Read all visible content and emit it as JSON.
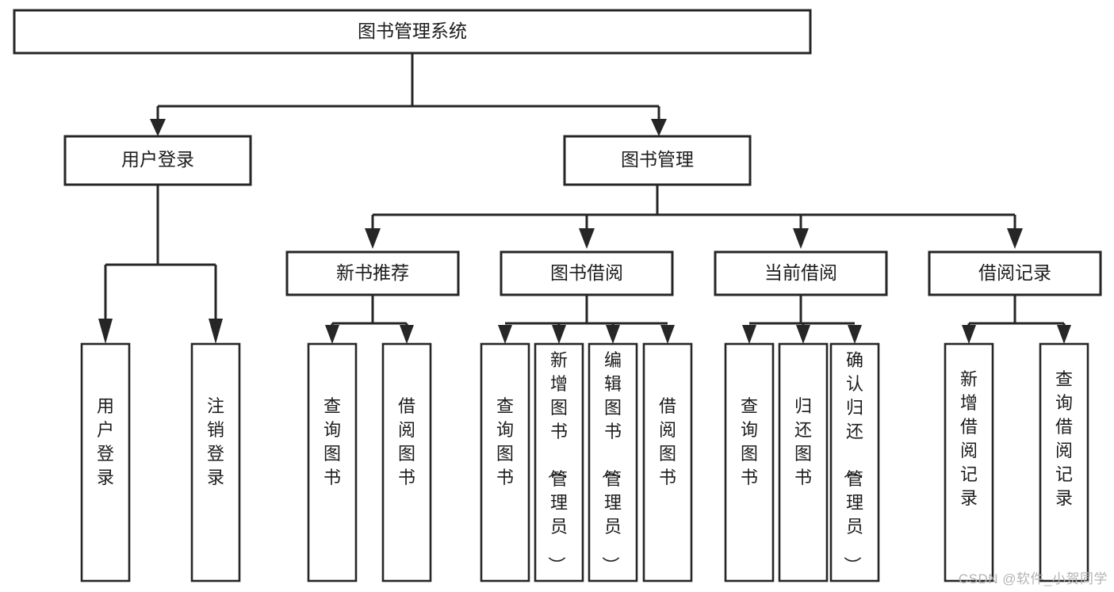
{
  "diagram": {
    "type": "tree",
    "title": "图书管理系统",
    "watermark": "CSDN @软件_小贺同学",
    "orientation": "top-down",
    "levels": 4,
    "nodes": {
      "root": {
        "label": "图书管理系统",
        "level": 0
      },
      "user_login": {
        "label": "用户登录",
        "level": 1
      },
      "book_mgmt": {
        "label": "图书管理",
        "level": 1
      },
      "new_book_rec": {
        "label": "新书推荐",
        "level": 2
      },
      "book_borrow": {
        "label": "图书借阅",
        "level": 2
      },
      "current_borrow": {
        "label": "当前借阅",
        "level": 2
      },
      "borrow_record": {
        "label": "借阅记录",
        "level": 2
      },
      "leaf_user_login": {
        "label": "用户登录",
        "level": 3
      },
      "leaf_logout": {
        "label": "注销登录",
        "level": 3
      },
      "leaf_query_book_1": {
        "label": "查询图书",
        "level": 3
      },
      "leaf_borrow_book_1": {
        "label": "借阅图书",
        "level": 3
      },
      "leaf_query_book_2": {
        "label": "查询图书",
        "level": 3
      },
      "leaf_add_book": {
        "label": "新增图书（管理员）",
        "level": 3
      },
      "leaf_edit_book": {
        "label": "编辑图书（管理员）",
        "level": 3
      },
      "leaf_borrow_book_2": {
        "label": "借阅图书",
        "level": 3
      },
      "leaf_query_book_3": {
        "label": "查询图书",
        "level": 3
      },
      "leaf_return_book": {
        "label": "归还图书",
        "level": 3
      },
      "leaf_confirm_return": {
        "label": "确认归还（管理员）",
        "level": 3
      },
      "leaf_add_record": {
        "label": "新增借阅记录",
        "level": 3
      },
      "leaf_query_record": {
        "label": "查询借阅记录",
        "level": 3
      }
    },
    "edges": [
      {
        "from": "root",
        "to": "user_login"
      },
      {
        "from": "root",
        "to": "book_mgmt"
      },
      {
        "from": "book_mgmt",
        "to": "new_book_rec"
      },
      {
        "from": "book_mgmt",
        "to": "book_borrow"
      },
      {
        "from": "book_mgmt",
        "to": "current_borrow"
      },
      {
        "from": "book_mgmt",
        "to": "borrow_record"
      },
      {
        "from": "user_login",
        "to": "leaf_user_login"
      },
      {
        "from": "user_login",
        "to": "leaf_logout"
      },
      {
        "from": "new_book_rec",
        "to": "leaf_query_book_1"
      },
      {
        "from": "new_book_rec",
        "to": "leaf_borrow_book_1"
      },
      {
        "from": "book_borrow",
        "to": "leaf_query_book_2"
      },
      {
        "from": "book_borrow",
        "to": "leaf_add_book"
      },
      {
        "from": "book_borrow",
        "to": "leaf_edit_book"
      },
      {
        "from": "book_borrow",
        "to": "leaf_borrow_book_2"
      },
      {
        "from": "current_borrow",
        "to": "leaf_query_book_3"
      },
      {
        "from": "current_borrow",
        "to": "leaf_return_book"
      },
      {
        "from": "current_borrow",
        "to": "leaf_confirm_return"
      },
      {
        "from": "borrow_record",
        "to": "leaf_add_record"
      },
      {
        "from": "borrow_record",
        "to": "leaf_query_record"
      }
    ],
    "colors": {
      "box_fill": "#ffffff",
      "box_stroke": "#262626",
      "text": "#1c1c1c",
      "connector": "#262626",
      "watermark": "#b4b4b4",
      "background": "#ffffff"
    }
  }
}
